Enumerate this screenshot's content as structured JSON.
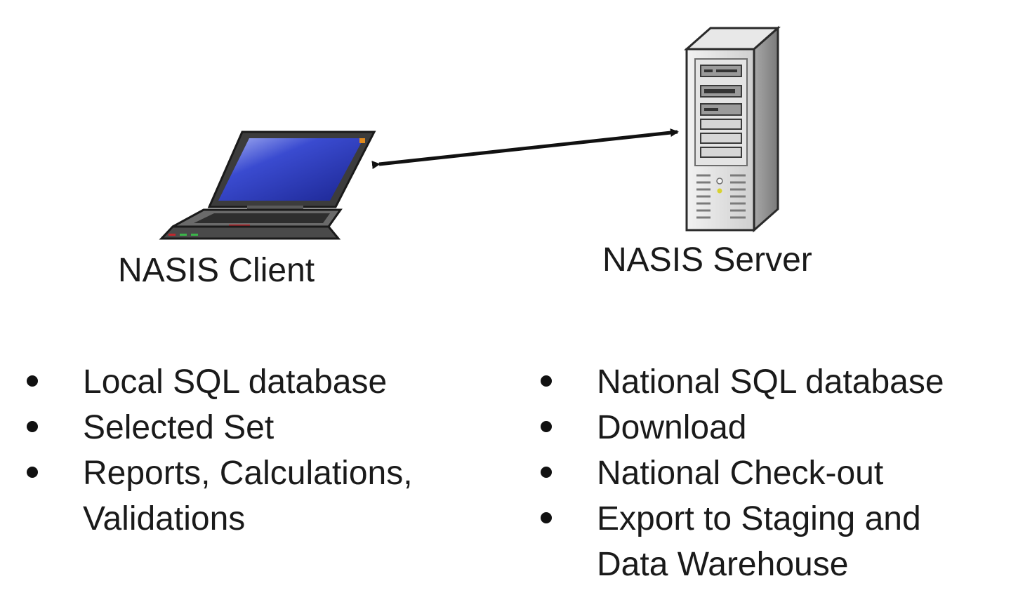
{
  "client": {
    "label": "NASIS Client",
    "icon": "laptop-icon",
    "items": [
      "Local SQL database",
      "Selected Set",
      "Reports, Calculations, Validations"
    ]
  },
  "server": {
    "label": "NASIS Server",
    "icon": "server-tower-icon",
    "items": [
      "National SQL database",
      "Download",
      "National Check-out",
      "Export to Staging and Data Warehouse"
    ]
  },
  "connector": {
    "type": "bidirectional-arrow",
    "from": "client",
    "to": "server"
  },
  "colors": {
    "screen": "#2a3bb8",
    "screen_highlight": "#9aa6f0",
    "laptop_body": "#4a4a4a",
    "server_body": "#d9d9d9",
    "server_dark": "#8c8c8c",
    "text": "#1a1a1a"
  }
}
